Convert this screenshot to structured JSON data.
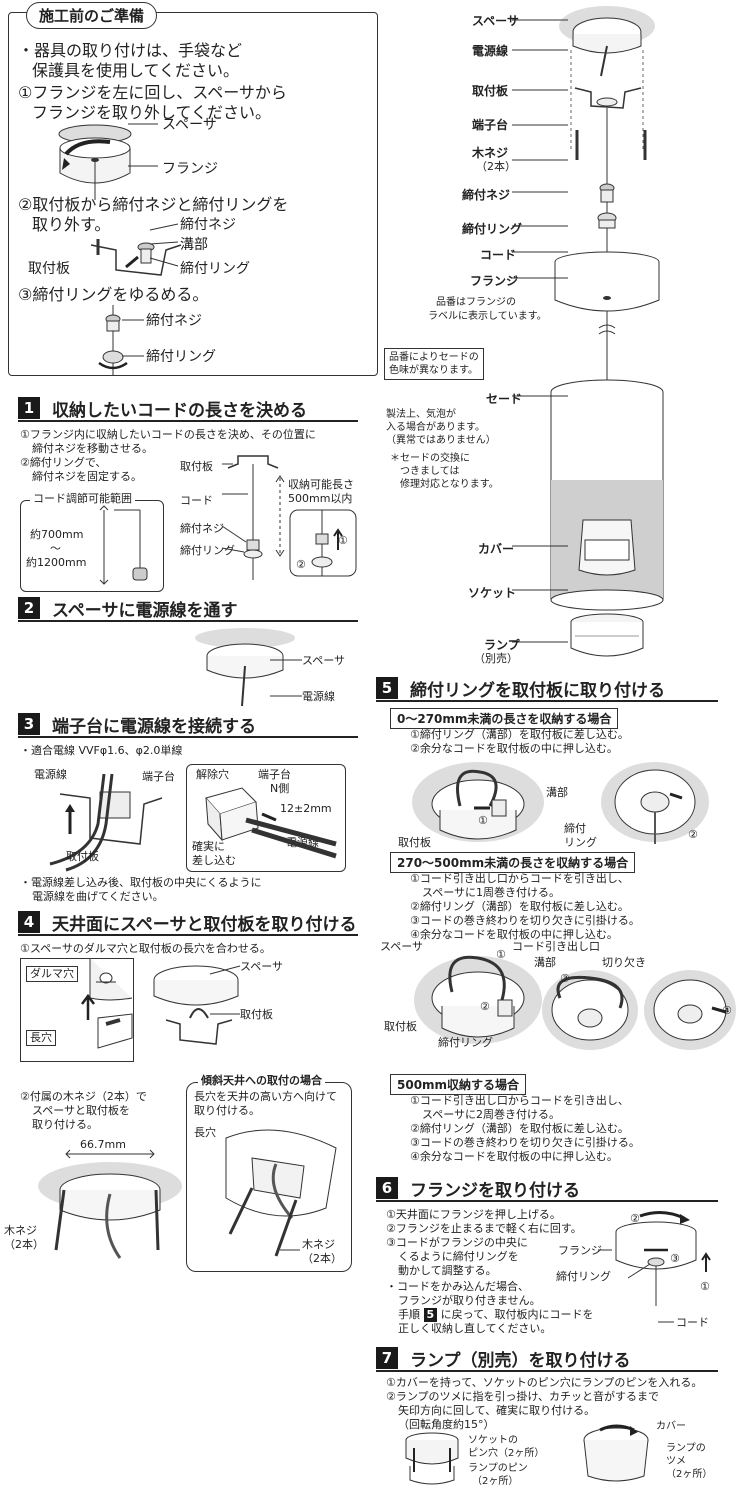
{
  "prep": {
    "title": "施工前のご準備",
    "line1": "・器具の取り付けは、手袋など",
    "line2": "保護具を使用してください。",
    "step1a": "①フランジを左に回し、スペーサから",
    "step1b": "フランジを取り外してください。",
    "label_spacer": "スペーサ",
    "label_flange": "フランジ",
    "step2a": "②取付板から締付ネジと締付リングを",
    "step2b": "取り外す。",
    "label_screw": "締付ネジ",
    "label_groove": "溝部",
    "label_plate": "取付板",
    "label_ring": "締付リング",
    "step3": "③締付リングをゆるめる。",
    "label_screw2": "締付ネジ",
    "label_ring2": "締付リング"
  },
  "right_parts": {
    "spacer": "スペーサ",
    "power_cable": "電源線",
    "plate": "取付板",
    "terminal": "端子台",
    "wood_screw": "木ネジ",
    "wood_screw_count": "（2本）",
    "tighten_screw": "締付ネジ",
    "tighten_ring": "締付リング",
    "cord": "コード",
    "flange": "フランジ",
    "flange_note1": "品番はフランジの",
    "flange_note2": "ラベルに表示しています。",
    "shade_color1": "品番によりセードの",
    "shade_color2": "色味が異なります。",
    "shade": "セード",
    "bubble1": "製法上、気泡が",
    "bubble2": "入る場合があります。",
    "bubble3": "（異常ではありません）",
    "exchange1": "＊セードの交換に",
    "exchange2": "つきましては",
    "exchange3": "修理対応となります。",
    "cover": "カバー",
    "socket": "ソケット",
    "lamp": "ランプ",
    "lamp_sold": "（別売）"
  },
  "s1": {
    "num": "1",
    "title": "収納したいコードの長さを決める",
    "l1": "①フランジ内に収納したいコードの長さを決め、その位置に",
    "l2": "締付ネジを移動させる。",
    "l3": "②締付リングで、",
    "l4": "締付ネジを固定する。",
    "range_title": "コード調節可能範囲",
    "range_min": "約700mm",
    "range_tilde": "～",
    "range_max": "約1200mm",
    "plate": "取付板",
    "cord": "コード",
    "screw": "締付ネジ",
    "ring": "締付リング",
    "storable1": "収納可能長さ",
    "storable2": "500mm以内",
    "c1": "①",
    "c2": "②"
  },
  "s2": {
    "num": "2",
    "title": "スペーサに電源線を通す",
    "spacer": "スペーサ",
    "power": "電源線"
  },
  "s3": {
    "num": "3",
    "title": "端子台に電源線を接続する",
    "spec": "・適合電線 VVFφ1.6、φ2.0単線",
    "power": "電源線",
    "terminal": "端子台",
    "release": "解除穴",
    "terminal2": "端子台",
    "n_side": "N側",
    "strip": "12±2mm",
    "power2": "電源線",
    "plate": "取付板",
    "insert1": "確実に",
    "insert2": "差し込む",
    "note1": "・電源線差し込み後、取付板の中央にくるように",
    "note2": "電源線を曲げてください。"
  },
  "s4": {
    "num": "4",
    "title": "天井面にスペーサと取付板を取り付ける",
    "l1": "①スペーサのダルマ穴と取付板の長穴を合わせる。",
    "daruma": "ダルマ穴",
    "long_hole": "長穴",
    "spacer": "スペーサ",
    "plate": "取付板",
    "l2": "②付属の木ネジ（2本）で",
    "l3": "スペーサと取付板を",
    "l4": "取り付ける。",
    "dim": "66.7mm",
    "wood": "木ネジ",
    "wood_count": "（2本）",
    "slope_title": "傾斜天井への取付の場合",
    "slope1": "長穴を天井の高い方へ向けて",
    "slope2": "取り付ける。",
    "slope_hole": "長穴",
    "slope_wood": "木ネジ",
    "slope_wood_count": "（2本）"
  },
  "s5": {
    "num": "5",
    "title": "締付リングを取付板に取り付ける",
    "a_head": "0～270mm未満の長さを収納する場合",
    "a1": "①締付リング（溝部）を取付板に差し込む。",
    "a2": "②余分なコードを取付板の中に押し込む。",
    "a_groove": "溝部",
    "a_ring1": "締付",
    "a_ring2": "リング",
    "a_plate": "取付板",
    "c1": "①",
    "c2": "②",
    "b_head": "270～500mm未満の長さを収納する場合",
    "b1": "①コード引き出し口からコードを引き出し、",
    "b2": "スペーサに1周巻き付ける。",
    "b3": "②締付リング（溝部）を取付板に差し込む。",
    "b4": "③コードの巻き終わりを切り欠きに引掛ける。",
    "b5": "④余分なコードを取付板の中に押し込む。",
    "b_spacer": "スペーサ",
    "b_outlet": "コード引き出し口",
    "b_groove": "溝部",
    "b_notch": "切り欠き",
    "b_plate": "取付板",
    "b_ring": "締付リング",
    "c3": "③",
    "c4": "④",
    "d_head": "500mm収納する場合",
    "d1": "①コード引き出し口からコードを引き出し、",
    "d2": "スペーサに2周巻き付ける。",
    "d3": "②締付リング（溝部）を取付板に差し込む。",
    "d4": "③コードの巻き終わりを切り欠きに引掛ける。",
    "d5": "④余分なコードを取付板の中に押し込む。"
  },
  "s6": {
    "num": "6",
    "title": "フランジを取り付ける",
    "l1": "①天井面にフランジを押し上げる。",
    "l2": "②フランジを止まるまで軽く右に回す。",
    "l3": "③コードがフランジの中央に",
    "l4": "くるように締付リングを",
    "l5": "動かして調整する。",
    "l6": "・コードをかみ込んだ場合、",
    "l7": "フランジが取り付きません。",
    "l8a": "手順",
    "l8num": "5",
    "l8b": "に戻って、取付板内にコードを",
    "l9": "正しく収納し直してください。",
    "flange": "フランジ",
    "ring": "締付リング",
    "cord": "コード",
    "c1": "①",
    "c2": "②",
    "c3": "③"
  },
  "s7": {
    "num": "7",
    "title": "ランプ（別売）を取り付ける",
    "l1": "①カバーを持って、ソケットのピン穴にランプのピンを入れる。",
    "l2": "②ランプのツメに指を引っ掛け、カチッと音がするまで",
    "l3": "矢印方向に回して、確実に取り付ける。",
    "l4": "（回転角度約15°）",
    "pinhole1": "ソケットの",
    "pinhole2": "ピン穴（2ヶ所）",
    "pin1": "ランプのピン",
    "pin2": "（2ヶ所）",
    "cover": "カバー",
    "tab1": "ランプの",
    "tab2": "ツメ",
    "tab3": "（2ヶ所）"
  }
}
